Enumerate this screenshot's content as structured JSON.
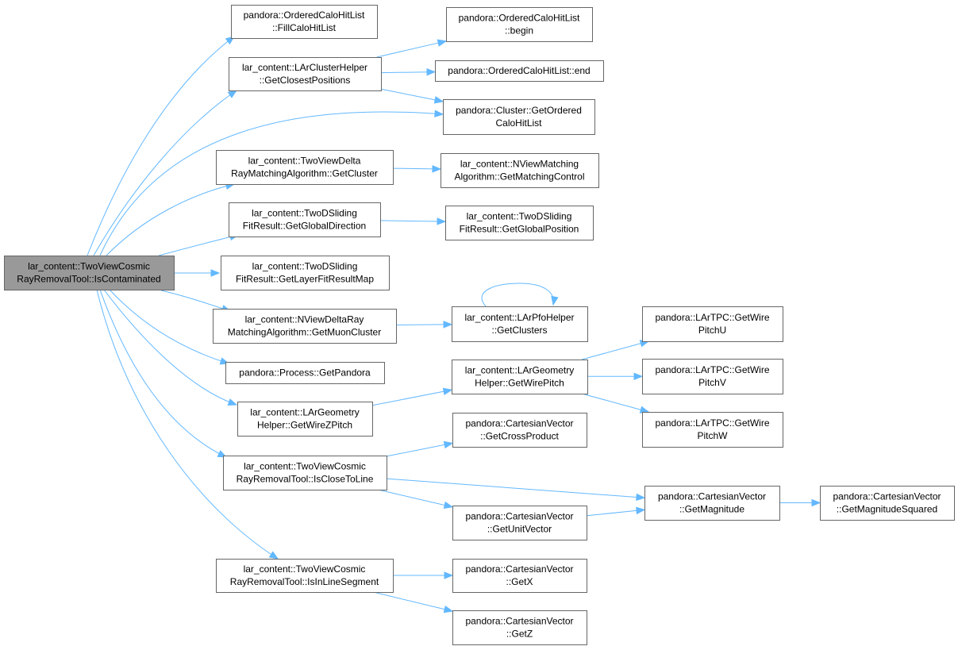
{
  "graph": {
    "edge_color": "#63b8ff",
    "node_border": "#666666",
    "root_fill": "#999999",
    "nodes": [
      {
        "id": "root",
        "lines": [
          "lar_content::TwoViewCosmic",
          "RayRemovalTool::IsContaminated"
        ],
        "root": true
      },
      {
        "id": "fillcalo",
        "lines": [
          "pandora::OrderedCaloHitList",
          "::FillCaloHitList"
        ]
      },
      {
        "id": "closest",
        "lines": [
          "lar_content::LArClusterHelper",
          "::GetClosestPositions"
        ]
      },
      {
        "id": "begin",
        "lines": [
          "pandora::OrderedCaloHitList",
          "::begin"
        ]
      },
      {
        "id": "end",
        "lines": [
          "pandora::OrderedCaloHitList::end"
        ]
      },
      {
        "id": "getordered",
        "lines": [
          "pandora::Cluster::GetOrdered",
          "CaloHitList"
        ]
      },
      {
        "id": "getcluster",
        "lines": [
          "lar_content::TwoViewDelta",
          "RayMatchingAlgorithm::GetCluster"
        ]
      },
      {
        "id": "matchctl",
        "lines": [
          "lar_content::NViewMatching",
          "Algorithm::GetMatchingControl"
        ]
      },
      {
        "id": "globaldir",
        "lines": [
          "lar_content::TwoDSliding",
          "FitResult::GetGlobalDirection"
        ]
      },
      {
        "id": "globalpos",
        "lines": [
          "lar_content::TwoDSliding",
          "FitResult::GetGlobalPosition"
        ]
      },
      {
        "id": "layerfit",
        "lines": [
          "lar_content::TwoDSliding",
          "FitResult::GetLayerFitResultMap"
        ]
      },
      {
        "id": "muoncluster",
        "lines": [
          "lar_content::NViewDeltaRay",
          "MatchingAlgorithm::GetMuonCluster"
        ]
      },
      {
        "id": "getclusters",
        "lines": [
          "lar_content::LArPfoHelper",
          "::GetClusters"
        ]
      },
      {
        "id": "getpandora",
        "lines": [
          "pandora::Process::GetPandora"
        ]
      },
      {
        "id": "wirepitch",
        "lines": [
          "lar_content::LArGeometry",
          "Helper::GetWirePitch"
        ]
      },
      {
        "id": "pitchu",
        "lines": [
          "pandora::LArTPC::GetWire",
          "PitchU"
        ]
      },
      {
        "id": "pitchv",
        "lines": [
          "pandora::LArTPC::GetWire",
          "PitchV"
        ]
      },
      {
        "id": "pitchw",
        "lines": [
          "pandora::LArTPC::GetWire",
          "PitchW"
        ]
      },
      {
        "id": "wirezpitch",
        "lines": [
          "lar_content::LArGeometry",
          "Helper::GetWireZPitch"
        ]
      },
      {
        "id": "crossproduct",
        "lines": [
          "pandora::CartesianVector",
          "::GetCrossProduct"
        ]
      },
      {
        "id": "closetoline",
        "lines": [
          "lar_content::TwoViewCosmic",
          "RayRemovalTool::IsCloseToLine"
        ]
      },
      {
        "id": "magnitude",
        "lines": [
          "pandora::CartesianVector",
          "::GetMagnitude"
        ]
      },
      {
        "id": "magsquared",
        "lines": [
          "pandora::CartesianVector",
          "::GetMagnitudeSquared"
        ]
      },
      {
        "id": "unitvector",
        "lines": [
          "pandora::CartesianVector",
          "::GetUnitVector"
        ]
      },
      {
        "id": "inlineseg",
        "lines": [
          "lar_content::TwoViewCosmic",
          "RayRemovalTool::IsInLineSegment"
        ]
      },
      {
        "id": "getx",
        "lines": [
          "pandora::CartesianVector",
          "::GetX"
        ]
      },
      {
        "id": "getz",
        "lines": [
          "pandora::CartesianVector",
          "::GetZ"
        ]
      }
    ],
    "edges": [
      [
        "root",
        "fillcalo"
      ],
      [
        "root",
        "closest"
      ],
      [
        "root",
        "getordered"
      ],
      [
        "root",
        "getcluster"
      ],
      [
        "root",
        "globaldir"
      ],
      [
        "root",
        "layerfit"
      ],
      [
        "root",
        "muoncluster"
      ],
      [
        "root",
        "getpandora"
      ],
      [
        "root",
        "wirezpitch"
      ],
      [
        "root",
        "closetoline"
      ],
      [
        "root",
        "inlineseg"
      ],
      [
        "closest",
        "begin"
      ],
      [
        "closest",
        "end"
      ],
      [
        "closest",
        "getordered"
      ],
      [
        "getcluster",
        "matchctl"
      ],
      [
        "globaldir",
        "globalpos"
      ],
      [
        "muoncluster",
        "getclusters"
      ],
      [
        "getclusters",
        "getclusters"
      ],
      [
        "wirepitch",
        "pitchu"
      ],
      [
        "wirepitch",
        "pitchv"
      ],
      [
        "wirepitch",
        "pitchw"
      ],
      [
        "wirezpitch",
        "wirepitch"
      ],
      [
        "closetoline",
        "crossproduct"
      ],
      [
        "closetoline",
        "magnitude"
      ],
      [
        "closetoline",
        "unitvector"
      ],
      [
        "unitvector",
        "magnitude"
      ],
      [
        "magnitude",
        "magsquared"
      ],
      [
        "inlineseg",
        "getx"
      ],
      [
        "inlineseg",
        "getz"
      ]
    ]
  }
}
